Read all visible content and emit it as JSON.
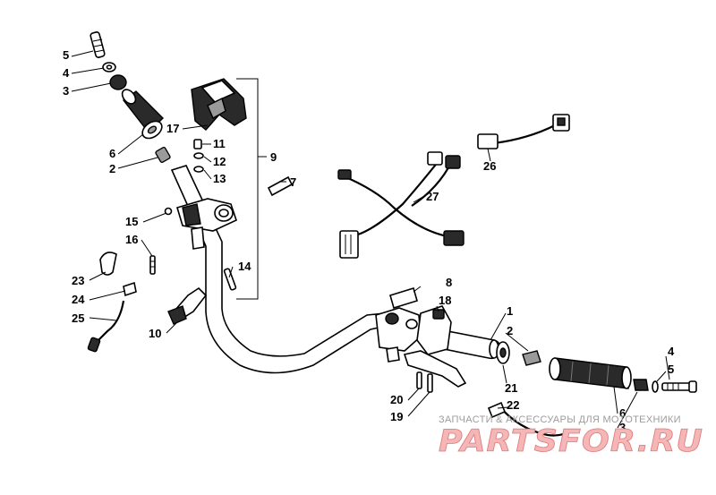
{
  "callouts": [
    {
      "id": "c5a",
      "text": "5"
    },
    {
      "id": "c4a",
      "text": "4"
    },
    {
      "id": "c3a",
      "text": "3"
    },
    {
      "id": "c6a",
      "text": "6"
    },
    {
      "id": "c2a",
      "text": "2"
    },
    {
      "id": "c17",
      "text": "17"
    },
    {
      "id": "c11",
      "text": "11"
    },
    {
      "id": "c12",
      "text": "12"
    },
    {
      "id": "c13",
      "text": "13"
    },
    {
      "id": "c9",
      "text": "9"
    },
    {
      "id": "c7",
      "text": "7"
    },
    {
      "id": "c15",
      "text": "15"
    },
    {
      "id": "c16",
      "text": "16"
    },
    {
      "id": "c14",
      "text": "14"
    },
    {
      "id": "c23",
      "text": "23"
    },
    {
      "id": "c24",
      "text": "24"
    },
    {
      "id": "c25",
      "text": "25"
    },
    {
      "id": "c10",
      "text": "10"
    },
    {
      "id": "c26",
      "text": "26"
    },
    {
      "id": "c27",
      "text": "27"
    },
    {
      "id": "c8",
      "text": "8"
    },
    {
      "id": "c18",
      "text": "18"
    },
    {
      "id": "c1",
      "text": "1"
    },
    {
      "id": "c2b",
      "text": "2"
    },
    {
      "id": "c4b",
      "text": "4"
    },
    {
      "id": "c5b",
      "text": "5"
    },
    {
      "id": "c21",
      "text": "21"
    },
    {
      "id": "c20",
      "text": "20"
    },
    {
      "id": "c19",
      "text": "19"
    },
    {
      "id": "c22",
      "text": "22"
    },
    {
      "id": "c6b",
      "text": "6"
    },
    {
      "id": "c3b",
      "text": "3"
    }
  ],
  "watermark": {
    "caption": "ЗАПЧАСТИ & АКСЕССУАРЫ ДЛЯ МОТОТЕХНИКИ",
    "brand": "PARTSFOR.RU",
    "caption_color": "#9c9c9c",
    "brand_color": "#f4b6b6"
  }
}
